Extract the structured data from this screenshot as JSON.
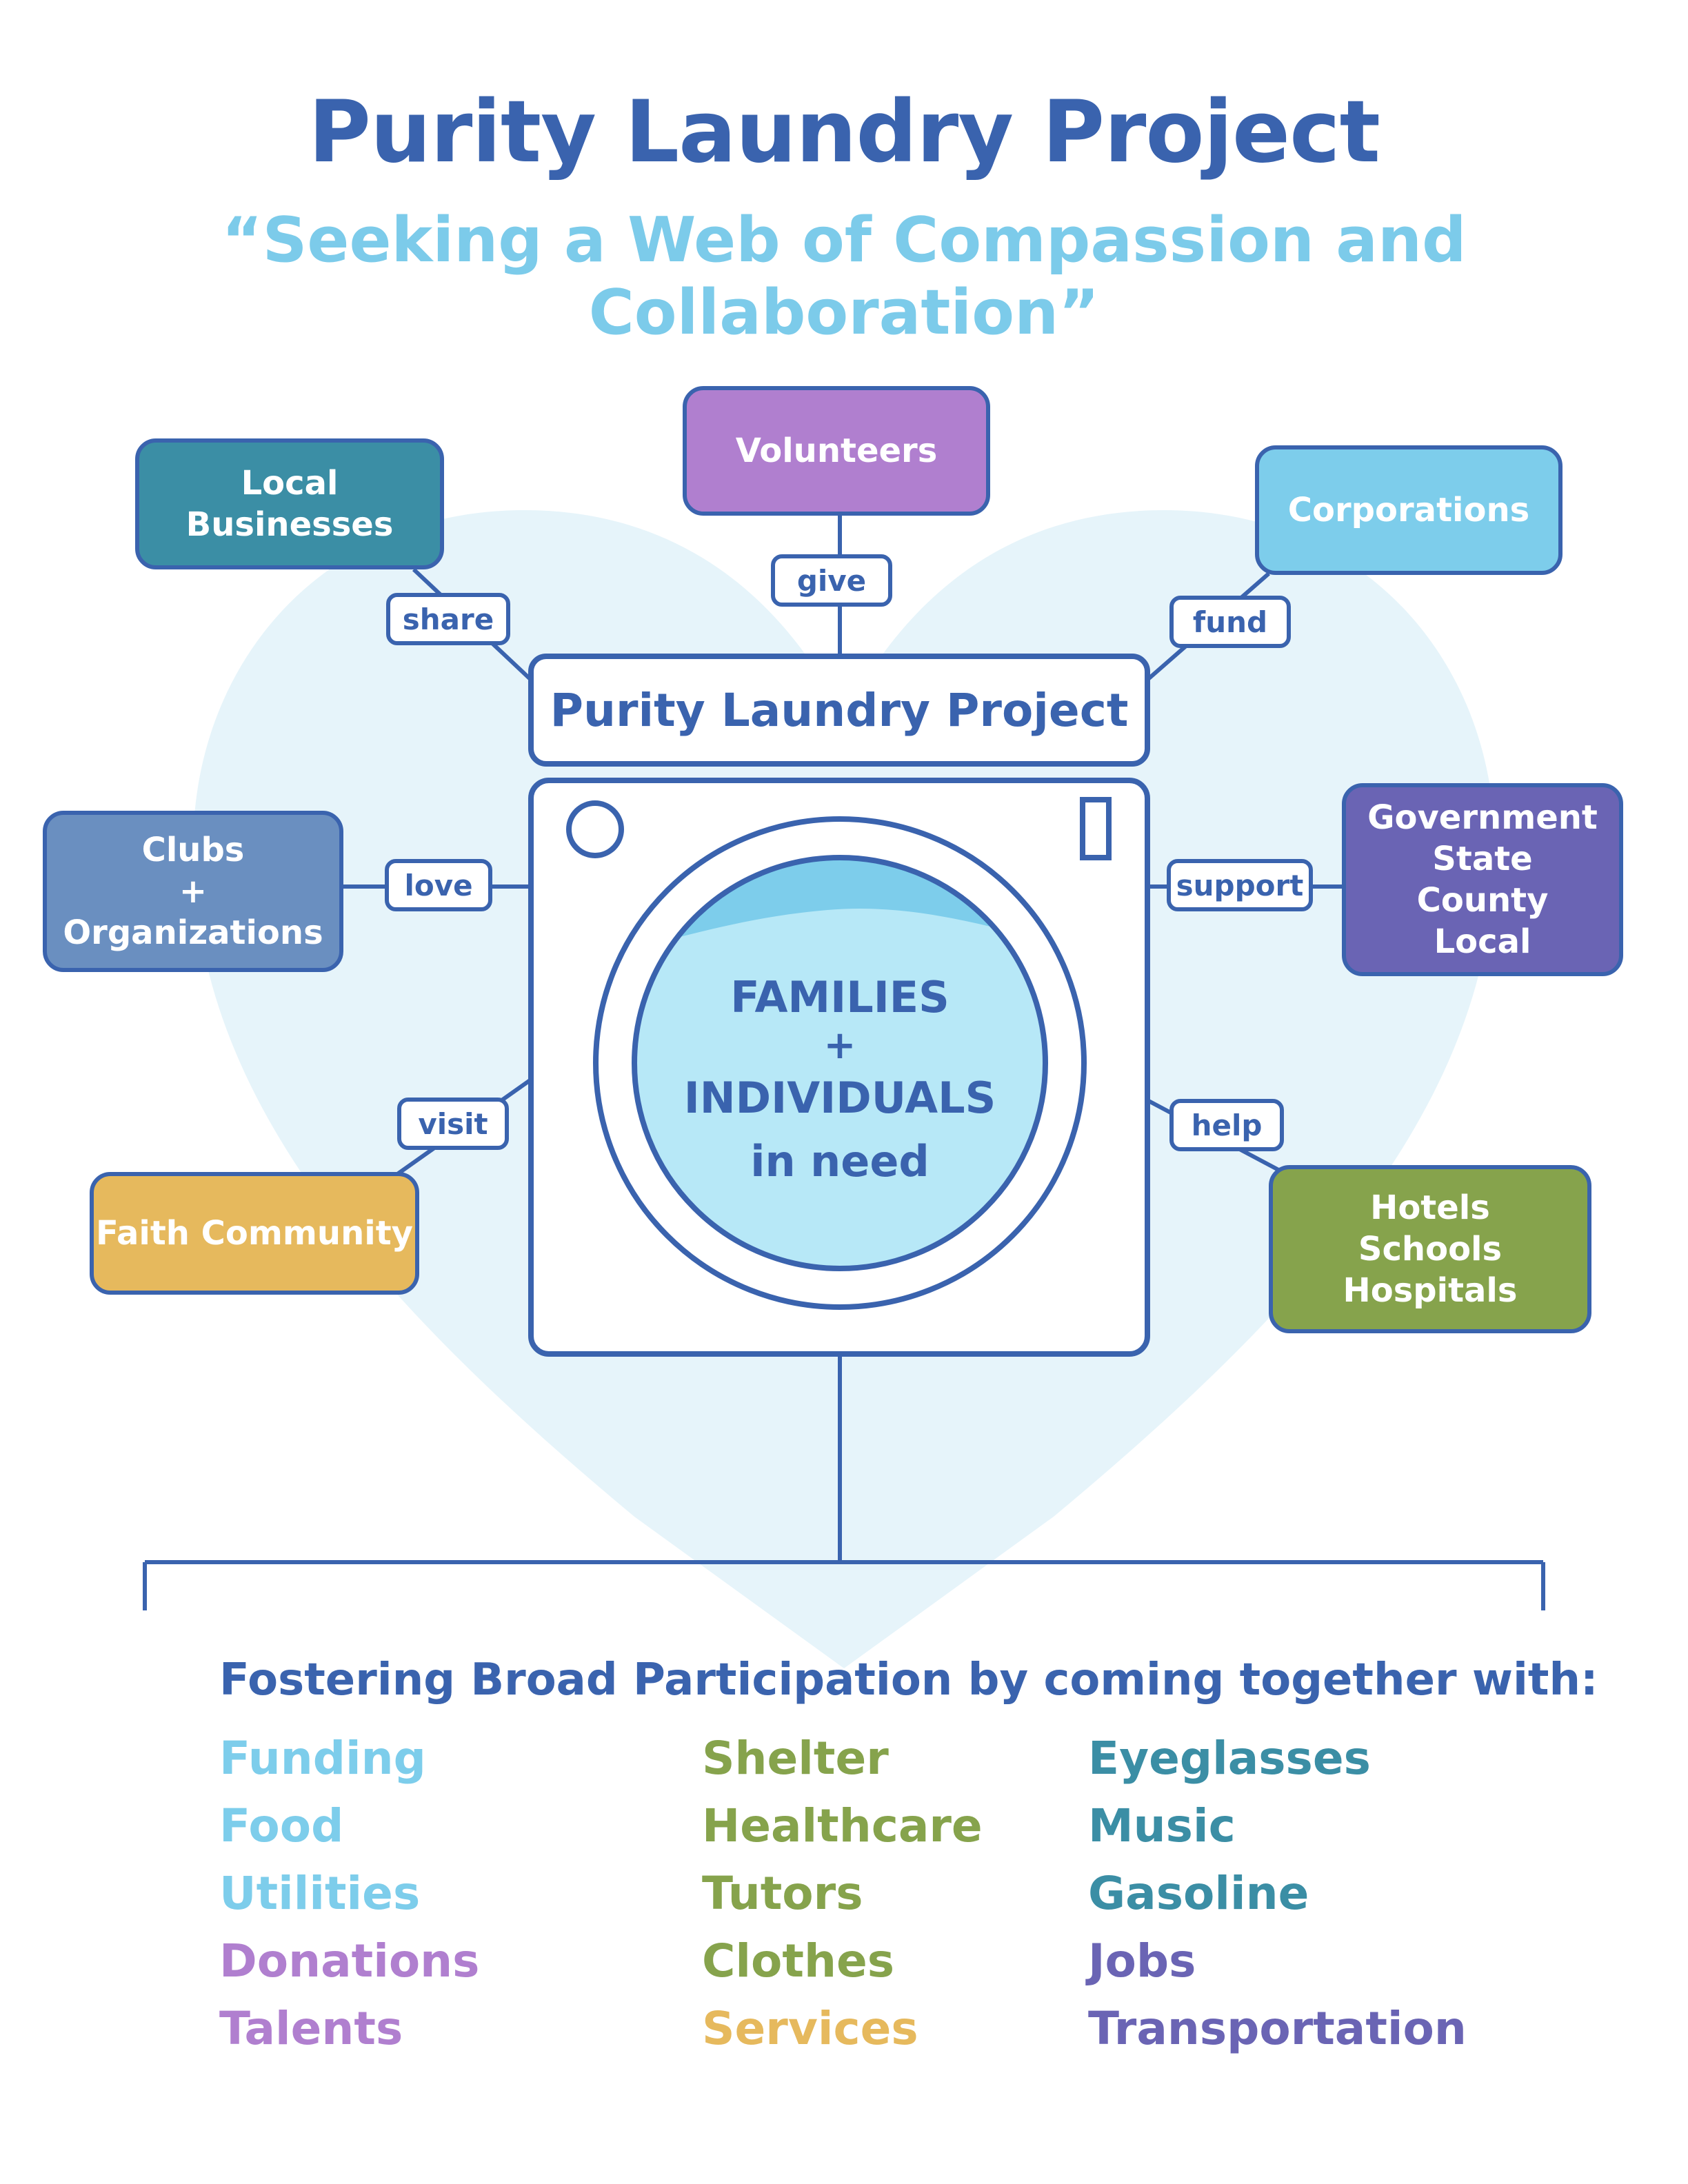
{
  "header": {
    "title": "Purity Laundry Project",
    "subtitle": "“Seeking a Web of Compassion and Collaboration”"
  },
  "machine": {
    "title": "Purity Laundry Project",
    "center_line1": "FAMILIES",
    "center_plus": "+",
    "center_line2": "INDIVIDUALS",
    "center_line3": "in need"
  },
  "nodes": {
    "local_businesses": {
      "label": "Local\nBusinesses",
      "color": "#3b8ea5"
    },
    "volunteers": {
      "label": "Volunteers",
      "color": "#b07fcf"
    },
    "corporations": {
      "label": "Corporations",
      "color": "#7dcdeb"
    },
    "clubs": {
      "label": "Clubs\n+\nOrganizations",
      "color": "#6a8fc0"
    },
    "government": {
      "label": "Government\nState\nCounty\nLocal",
      "color": "#6a64b4"
    },
    "faith": {
      "label": "Faith Community",
      "color": "#e6b95d"
    },
    "hotels": {
      "label": "Hotels\nSchools\nHospitals",
      "color": "#86a34c"
    }
  },
  "connectors": {
    "share": "share",
    "give": "give",
    "fund": "fund",
    "love": "love",
    "support": "support",
    "visit": "visit",
    "help": "help"
  },
  "participation": {
    "heading": "Fostering Broad Participation by coming together with:",
    "columns": [
      [
        {
          "label": "Funding",
          "color": "#7dcdeb"
        },
        {
          "label": "Food",
          "color": "#7dcdeb"
        },
        {
          "label": "Utilities",
          "color": "#7dcdeb"
        },
        {
          "label": "Donations",
          "color": "#b07fcf"
        },
        {
          "label": "Talents",
          "color": "#b07fcf"
        }
      ],
      [
        {
          "label": "Shelter",
          "color": "#86a34c"
        },
        {
          "label": "Healthcare",
          "color": "#86a34c"
        },
        {
          "label": "Tutors",
          "color": "#86a34c"
        },
        {
          "label": "Clothes",
          "color": "#86a34c"
        },
        {
          "label": "Services",
          "color": "#e6b95d"
        }
      ],
      [
        {
          "label": "Eyeglasses",
          "color": "#3b8ea5"
        },
        {
          "label": "Music",
          "color": "#3b8ea5"
        },
        {
          "label": "Gasoline",
          "color": "#3b8ea5"
        },
        {
          "label": "Jobs",
          "color": "#6a64b4"
        },
        {
          "label": "Transportation",
          "color": "#6a64b4"
        }
      ]
    ]
  }
}
